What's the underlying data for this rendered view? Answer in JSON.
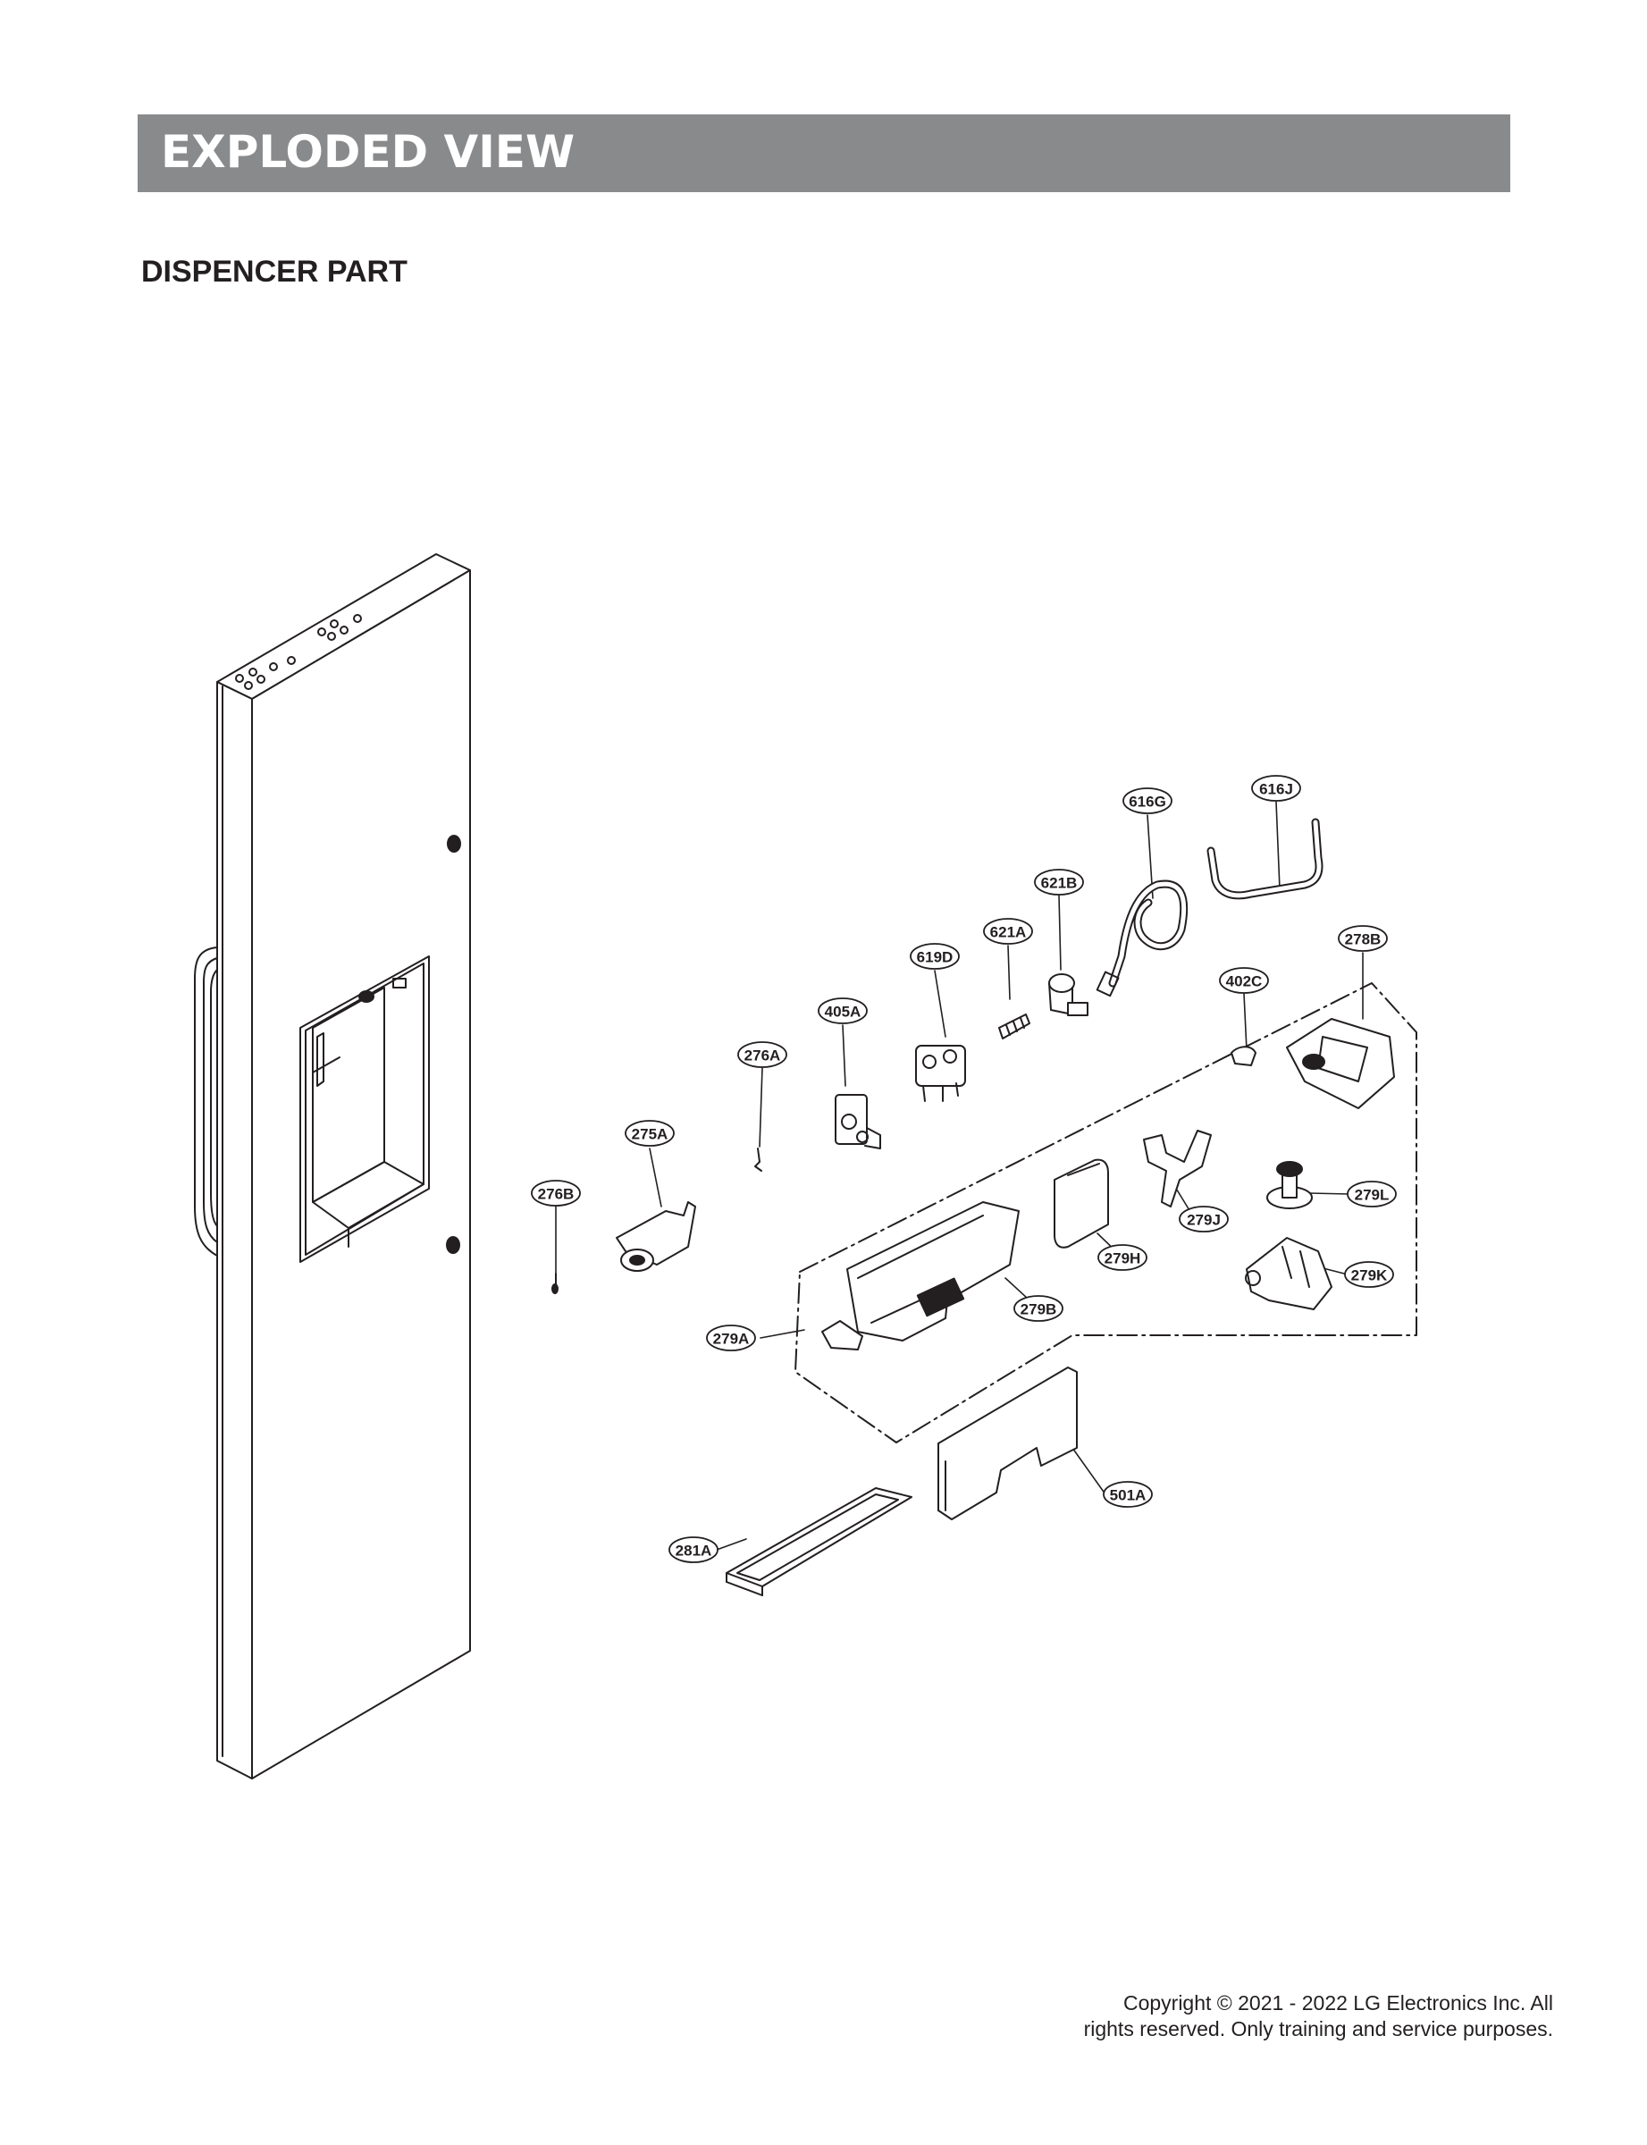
{
  "header": {
    "banner_title": "EXPLODED VIEW",
    "section_title": "DISPENCER PART"
  },
  "callouts": [
    {
      "id": "616G",
      "label": "616G"
    },
    {
      "id": "616J",
      "label": "616J"
    },
    {
      "id": "621B",
      "label": "621B"
    },
    {
      "id": "621A",
      "label": "621A"
    },
    {
      "id": "619D",
      "label": "619D"
    },
    {
      "id": "278B",
      "label": "278B"
    },
    {
      "id": "402C",
      "label": "402C"
    },
    {
      "id": "405A",
      "label": "405A"
    },
    {
      "id": "276A",
      "label": "276A"
    },
    {
      "id": "275A",
      "label": "275A"
    },
    {
      "id": "276B",
      "label": "276B"
    },
    {
      "id": "279L",
      "label": "279L"
    },
    {
      "id": "279J",
      "label": "279J"
    },
    {
      "id": "279H",
      "label": "279H"
    },
    {
      "id": "279K",
      "label": "279K"
    },
    {
      "id": "279B",
      "label": "279B"
    },
    {
      "id": "279A",
      "label": "279A"
    },
    {
      "id": "501A",
      "label": "501A"
    },
    {
      "id": "281A",
      "label": "281A"
    }
  ],
  "footer": {
    "line1": "Copyright © 2021 - 2022 LG Electronics Inc. All",
    "line2": "rights reserved. Only training and service purposes."
  },
  "colors": {
    "banner": "#898a8c",
    "ink": "#231f20",
    "banner_text": "#ffffff"
  }
}
